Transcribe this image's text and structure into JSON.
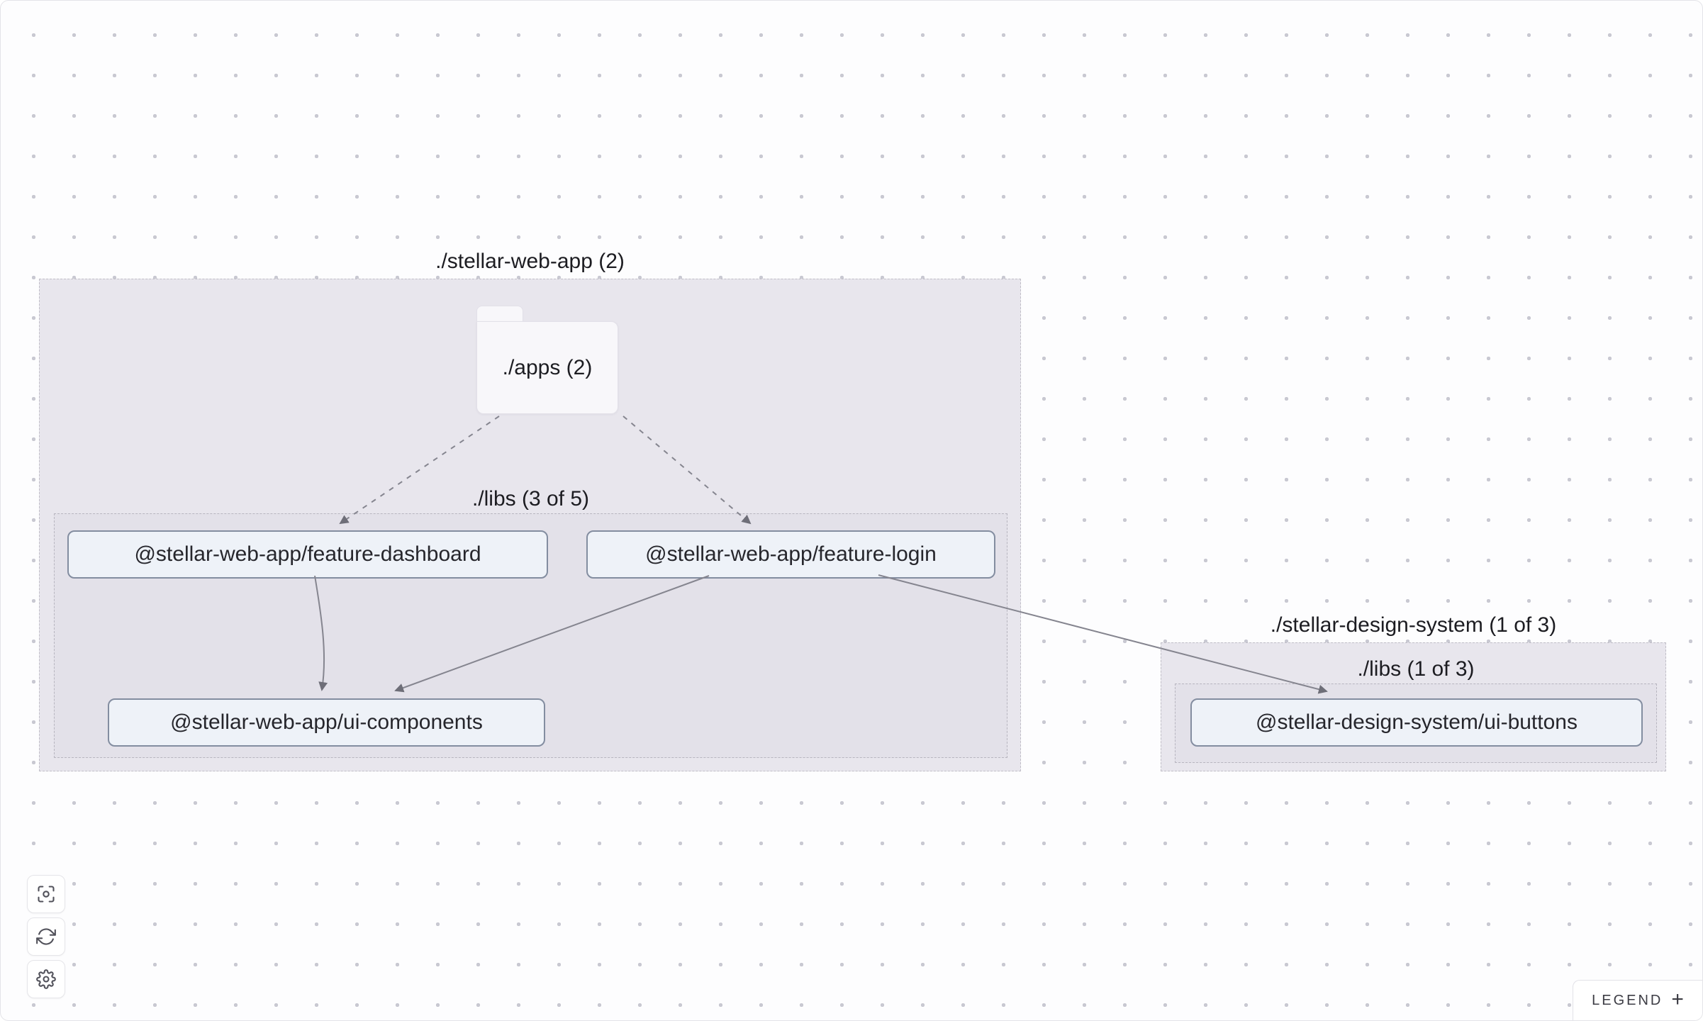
{
  "graph": {
    "groups": [
      {
        "label": "./stellar-web-app (2)",
        "folder_node": {
          "label": "./apps (2)"
        },
        "sub_group": {
          "label": "./libs (3 of 5)",
          "nodes": [
            {
              "label": "@stellar-web-app/feature-dashboard"
            },
            {
              "label": "@stellar-web-app/feature-login"
            },
            {
              "label": "@stellar-web-app/ui-components"
            }
          ]
        }
      },
      {
        "label": "./stellar-design-system (1 of 3)",
        "sub_group": {
          "label": "./libs (1 of 3)",
          "nodes": [
            {
              "label": "@stellar-design-system/ui-buttons"
            }
          ]
        }
      }
    ],
    "edges": [
      {
        "from": "./apps",
        "to": "@stellar-web-app/feature-dashboard",
        "style": "dashed"
      },
      {
        "from": "./apps",
        "to": "@stellar-web-app/feature-login",
        "style": "dashed"
      },
      {
        "from": "@stellar-web-app/feature-dashboard",
        "to": "@stellar-web-app/ui-components",
        "style": "solid"
      },
      {
        "from": "@stellar-web-app/feature-login",
        "to": "@stellar-web-app/ui-components",
        "style": "solid"
      },
      {
        "from": "@stellar-web-app/feature-login",
        "to": "@stellar-design-system/ui-buttons",
        "style": "solid"
      }
    ]
  },
  "toolbar": {
    "buttons": [
      {
        "icon": "focus-icon"
      },
      {
        "icon": "refresh-icon"
      },
      {
        "icon": "settings-icon"
      }
    ]
  },
  "legend": {
    "label": "LEGEND",
    "expand_symbol": "+"
  },
  "colors": {
    "group_fill": "#e8e6ed",
    "subgroup_fill": "#e3e1e9",
    "node_fill": "#eef2f8",
    "node_border": "#838da0",
    "edge": "#85858f",
    "dot_grid": "#c9c9d2",
    "text": "#1d1d22"
  }
}
